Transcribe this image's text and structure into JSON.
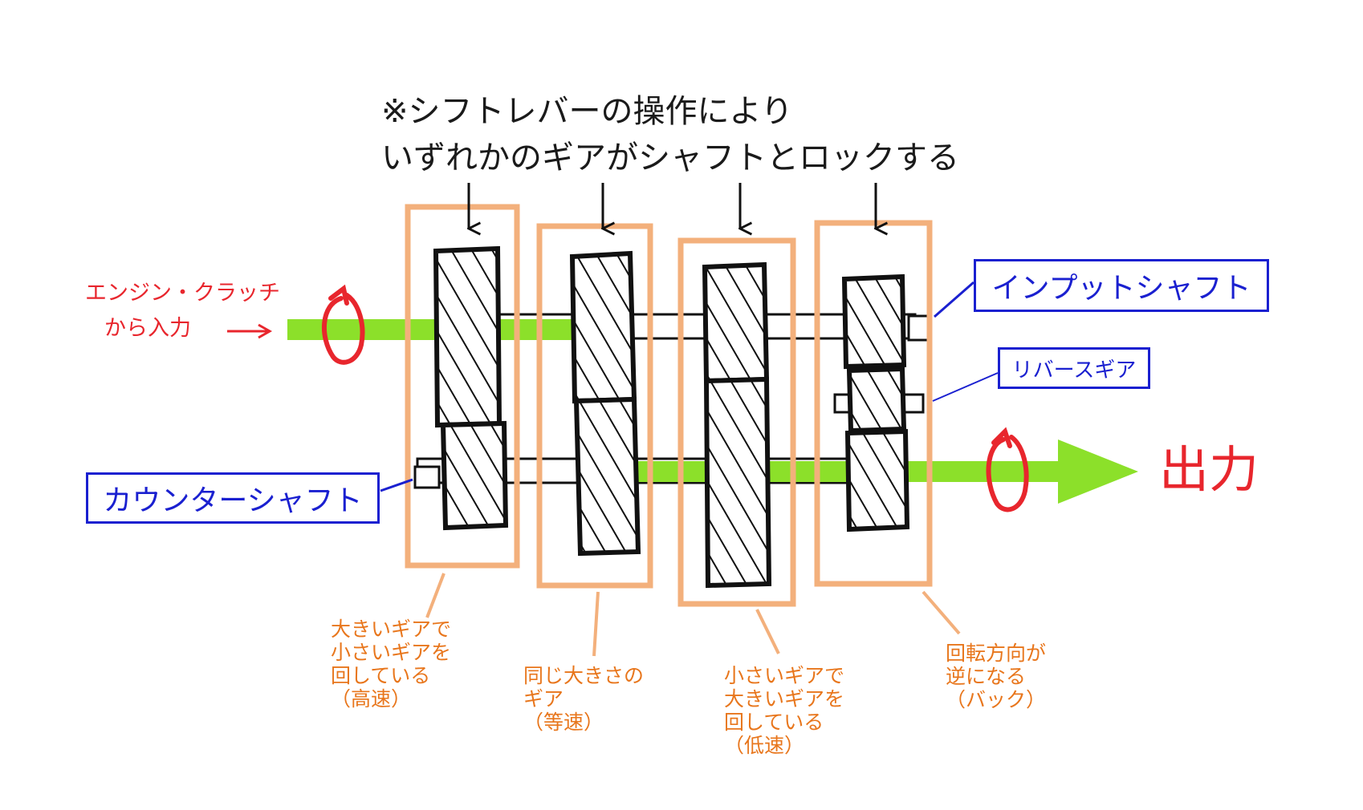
{
  "heading": {
    "line1": "※シフトレバーの操作により",
    "line2": "いずれかのギアがシャフトとロックする"
  },
  "input": {
    "line1": "エンジン・クラッチ",
    "line2": "から入力"
  },
  "output": {
    "label": "出力"
  },
  "shafts": {
    "input": "インプットシャフト",
    "counter": "カウンターシャフト",
    "reverse": "リバースギア"
  },
  "gear_sets": [
    {
      "lines": [
        "大きいギアで",
        "小さいギアを",
        "回している",
        "（高速）"
      ]
    },
    {
      "lines": [
        "同じ大きさの",
        "ギア",
        "（等速）"
      ]
    },
    {
      "lines": [
        "小さいギアで",
        "大きいギアを",
        "回している",
        "（低速）"
      ]
    },
    {
      "lines": [
        "回転方向が",
        "逆になる",
        "（バック）"
      ]
    }
  ],
  "colors": {
    "power_flow": "#8ce02a",
    "highlight_box": "#f3b07c",
    "shaft_label": "#1a20d0",
    "input_output": "#e8262d",
    "note_text": "#e8761c",
    "gear": "#111111"
  }
}
